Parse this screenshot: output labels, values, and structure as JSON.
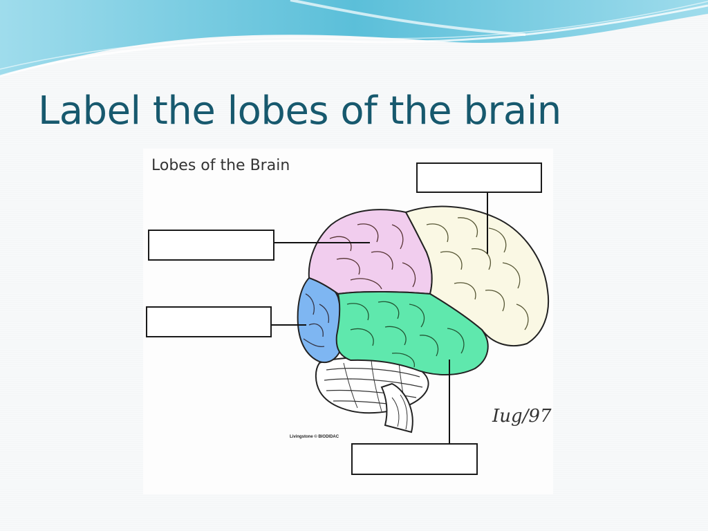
{
  "slide": {
    "title": "Label the lobes of the brain"
  },
  "figure": {
    "heading": "Lobes of the Brain",
    "credit": "Livingstone © BIODIDAC",
    "signature": "Iug/97"
  },
  "label_boxes": [
    {
      "id": "top-right",
      "value": ""
    },
    {
      "id": "upper-left",
      "value": ""
    },
    {
      "id": "middle-left",
      "value": ""
    },
    {
      "id": "bottom",
      "value": ""
    }
  ],
  "colors": {
    "title": "#17596e",
    "frontal_lobe": "#faf8e4",
    "parietal_lobe": "#f1cdee",
    "occipital_lobe": "#7eb6f2",
    "temporal_lobe": "#5fe8ad",
    "cerebellum": "#ffffff",
    "wave": "#6ec9df"
  }
}
